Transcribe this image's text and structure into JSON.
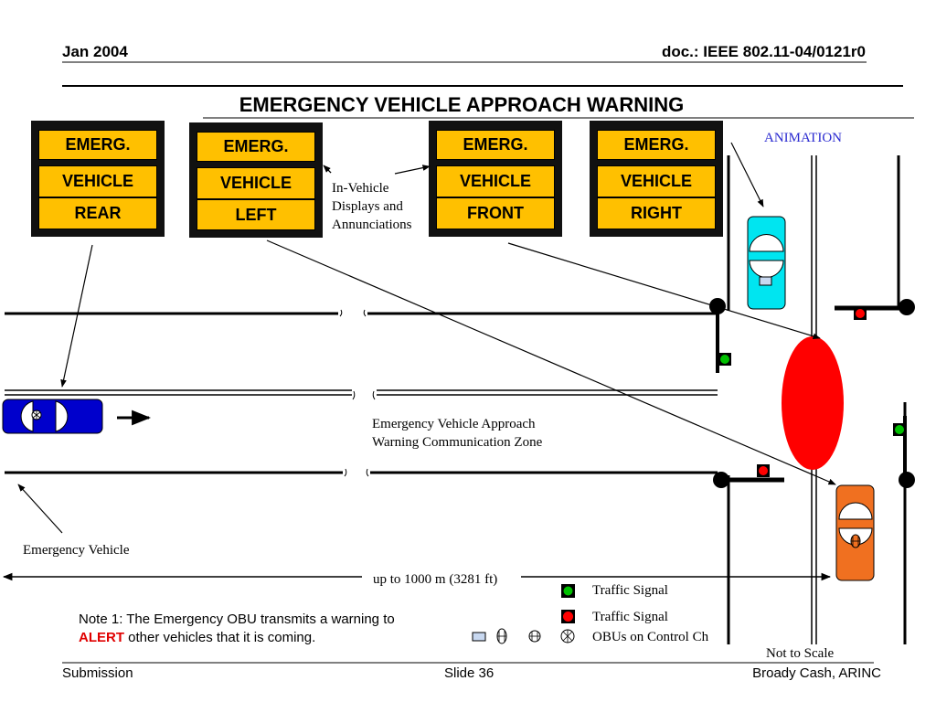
{
  "header": {
    "date": "Jan 2004",
    "doc": "doc.: IEEE 802.11-04/0121r0"
  },
  "title": "EMERGENCY VEHICLE APPROACH WARNING",
  "displays": [
    {
      "line1": "EMERG.",
      "line2": "VEHICLE",
      "line3": "REAR"
    },
    {
      "line1": "EMERG.",
      "line2": "VEHICLE",
      "line3": "LEFT"
    },
    {
      "line1": "EMERG.",
      "line2": "VEHICLE",
      "line3": "FRONT"
    },
    {
      "line1": "EMERG.",
      "line2": "VEHICLE",
      "line3": "RIGHT"
    }
  ],
  "labels": {
    "in_vehicle_1": "In-Vehicle",
    "in_vehicle_2": "Displays and",
    "in_vehicle_3": "Annunciations",
    "animation": "ANIMATION",
    "zone_1": "Emergency Vehicle Approach",
    "zone_2": "Warning Communication Zone",
    "emergency_vehicle": "Emergency Vehicle",
    "distance": "up to 1000 m (3281 ft)",
    "not_to_scale": "Not to Scale"
  },
  "legend": {
    "green_signal": "Traffic Signal",
    "red_signal": "Traffic Signal",
    "obus": "OBUs on Control Ch"
  },
  "note": {
    "line1": "Note 1: The Emergency OBU transmits a warning to",
    "alert": "ALERT",
    "line2_rest": " other vehicles that it is coming."
  },
  "footer": {
    "left": "Submission",
    "center": "Slide 36",
    "right": "Broady Cash, ARINC"
  },
  "colors": {
    "sign_fill": "#FFC000",
    "emergency_car": "#0000CC",
    "cyan_car": "#00E5F0",
    "orange_car": "#F07020",
    "zone": "#FF0000",
    "green_light": "#00C000",
    "red_light": "#FF0000",
    "animation_text": "#2A2AD0"
  }
}
